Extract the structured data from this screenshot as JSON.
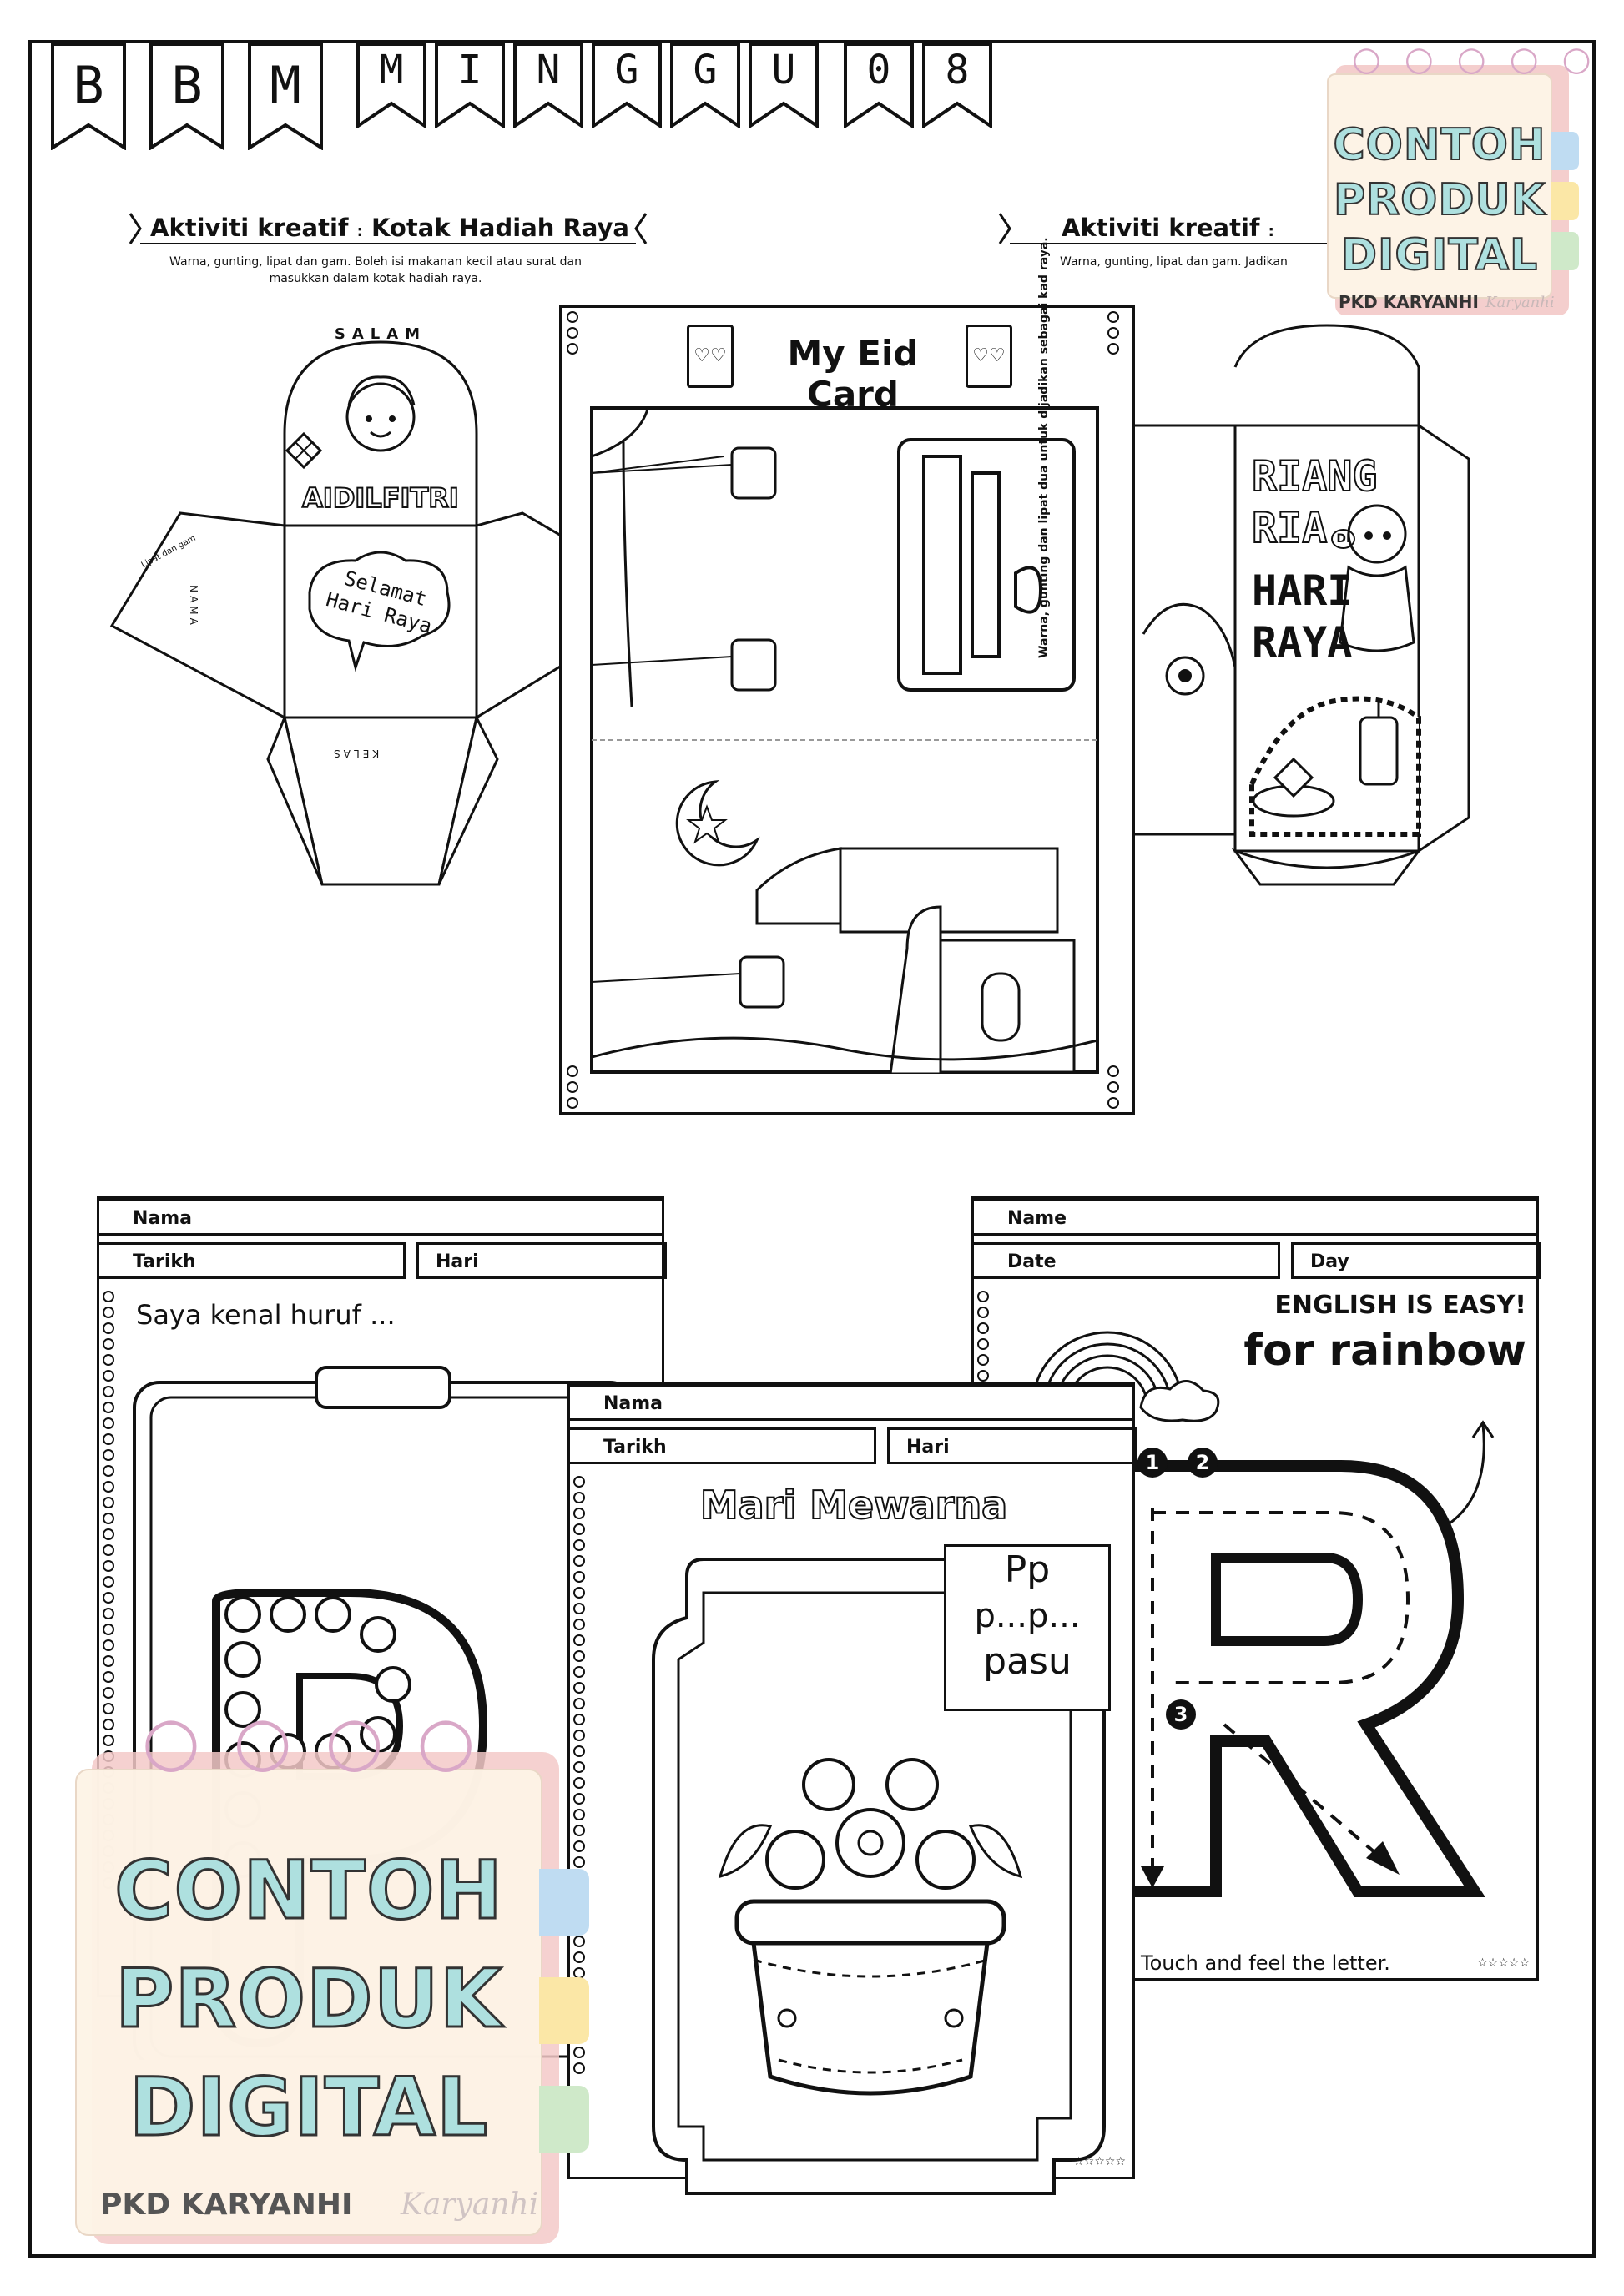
{
  "banner": {
    "letters": [
      "B",
      "B",
      "M",
      "M",
      "I",
      "N",
      "G",
      "G",
      "U",
      "0",
      "8"
    ]
  },
  "activity_left": {
    "heading_a": "Aktiviti kreatif",
    "heading_sep": ":",
    "heading_b": "Kotak Hadiah Raya",
    "note": "Warna, gunting, lipat dan gam. Boleh isi makanan kecil atau surat dan masukkan dalam kotak hadiah raya.",
    "box_top_word": "SALAM",
    "box_label": "AIDILFITRI",
    "box_bubble": "Selamat Hari Raya",
    "box_flap_left": "NAMA",
    "box_flap_bottom": "KELAS",
    "fold_note": "Lipat dan gam"
  },
  "activity_right": {
    "heading_a": "Aktiviti kreatif",
    "heading_sep": ":",
    "note": "Warna, gunting, lipat dan gam. Jadikan",
    "envelope_text": [
      "RIANG",
      "RIA",
      "DI",
      "HARI",
      "RAYA"
    ]
  },
  "eid_card": {
    "title": "My Eid Card",
    "side_note": "Warna, gunting dan lipat dua untuk dijadikan sebagai kad raya."
  },
  "sheet_p": {
    "name_label": "Nama",
    "date_label": "Tarikh",
    "day_label": "Hari",
    "prompt": "Saya kenal huruf ...",
    "letter": "P"
  },
  "sheet_color": {
    "name_label": "Nama",
    "date_label": "Tarikh",
    "day_label": "Hari",
    "title": "Mari Mewarna",
    "flag_lines": [
      "Pp",
      "p...p...",
      "pasu"
    ],
    "stars": "☆☆☆☆☆"
  },
  "sheet_r": {
    "name_label": "Name",
    "date_label": "Date",
    "day_label": "Day",
    "banner": "ENGLISH IS EASY!",
    "subtitle": "for rainbow",
    "letter": "R",
    "steps": [
      "1",
      "2",
      "3"
    ],
    "footer": "Touch and feel the letter.",
    "stars": "☆☆☆☆☆"
  },
  "watermark": {
    "lines": [
      "CONTOH",
      "PRODUK",
      "DIGITAL"
    ],
    "brand": "PKD KARYANHI",
    "script": "Karyanhi"
  },
  "colors": {
    "ink": "#111111",
    "watermark_fill": "#aee0df",
    "notebook_pink": "#f3c9c8",
    "tab_yellow": "#fbe7a6",
    "tab_blue": "#bfdcf2",
    "tab_green": "#cfe9c9"
  }
}
